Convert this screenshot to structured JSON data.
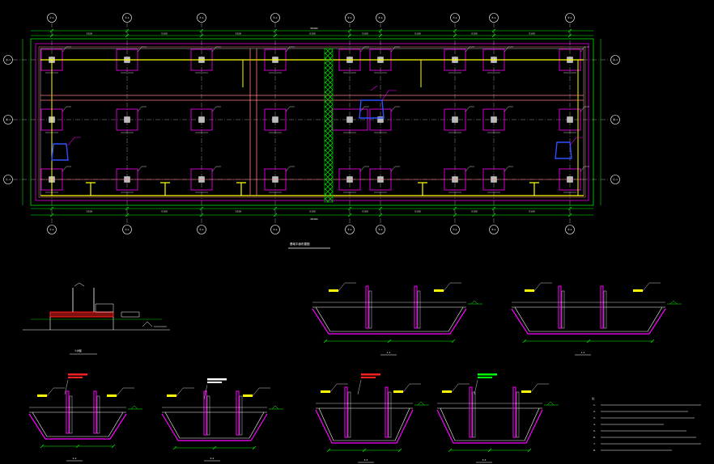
{
  "colors": {
    "background": "#000000",
    "grid_axis": "#ffffff",
    "dimension": "#00ff00",
    "pile_cap": "#ff00ff",
    "beam": "#ffff00",
    "wall": "#ff8080",
    "column": "#ffffff",
    "hatch": "#00c800",
    "water_tank": "#3050ff",
    "leader": "#00ffff"
  },
  "plan": {
    "col_labels": [
      "①-1",
      "②-1",
      "③-1",
      "④-1",
      "⑤-1",
      "⑥-1",
      "⑦-1",
      "⑧-1"
    ],
    "row_labels": [
      "Ⓐ-1",
      "Ⓑ-1",
      "Ⓒ-1"
    ],
    "overall_dim": "38400",
    "bay_dims": [
      "5100",
      "5100",
      "5100",
      "5100",
      "5100",
      "5100",
      "5100"
    ],
    "title": "基础平面布置图"
  },
  "sections": {
    "detail_1_title": "①详图",
    "section_a_title": "1-1",
    "section_b_title": "1-1",
    "section_c_title": "2-2",
    "section_d_title": "2-2",
    "section_e_title": "3-3",
    "section_f_title": "3-3"
  },
  "notes": {
    "heading": "注：",
    "items": [
      "1.",
      "2.",
      "3.",
      "4.",
      "5.",
      "6.",
      "7.",
      "8."
    ]
  }
}
